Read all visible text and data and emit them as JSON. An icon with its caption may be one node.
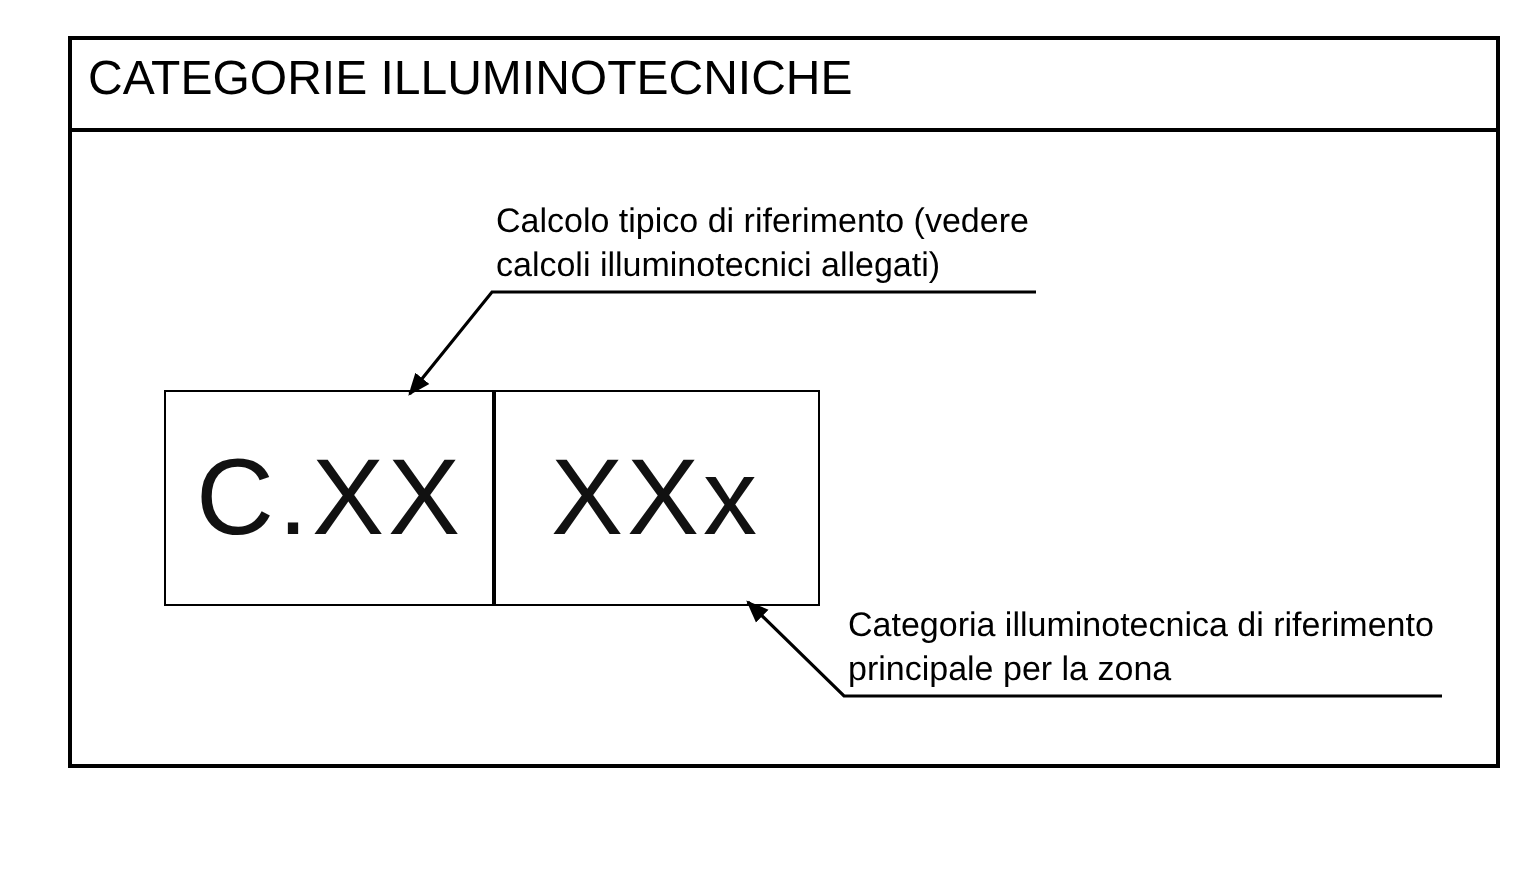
{
  "diagram": {
    "title": "CATEGORIE ILLUMINOTECNICHE",
    "nodes": [
      {
        "text": [
          "Calcolo tipico di riferimento (vedere calcoli illuminotecnici allegati)"
        ]
      },
      {
        "text": [
          "C.XX"
        ]
      },
      {
        "text": [
          "XXx"
        ]
      },
      {
        "text": [
          "Categoria illuminotecnica di riferimento principale per la zona"
        ]
      }
    ],
    "edges": [
      {
        "from": 0,
        "to": 1,
        "arrow": "to"
      },
      {
        "from": 3,
        "to": 2,
        "arrow": "to"
      }
    ]
  }
}
